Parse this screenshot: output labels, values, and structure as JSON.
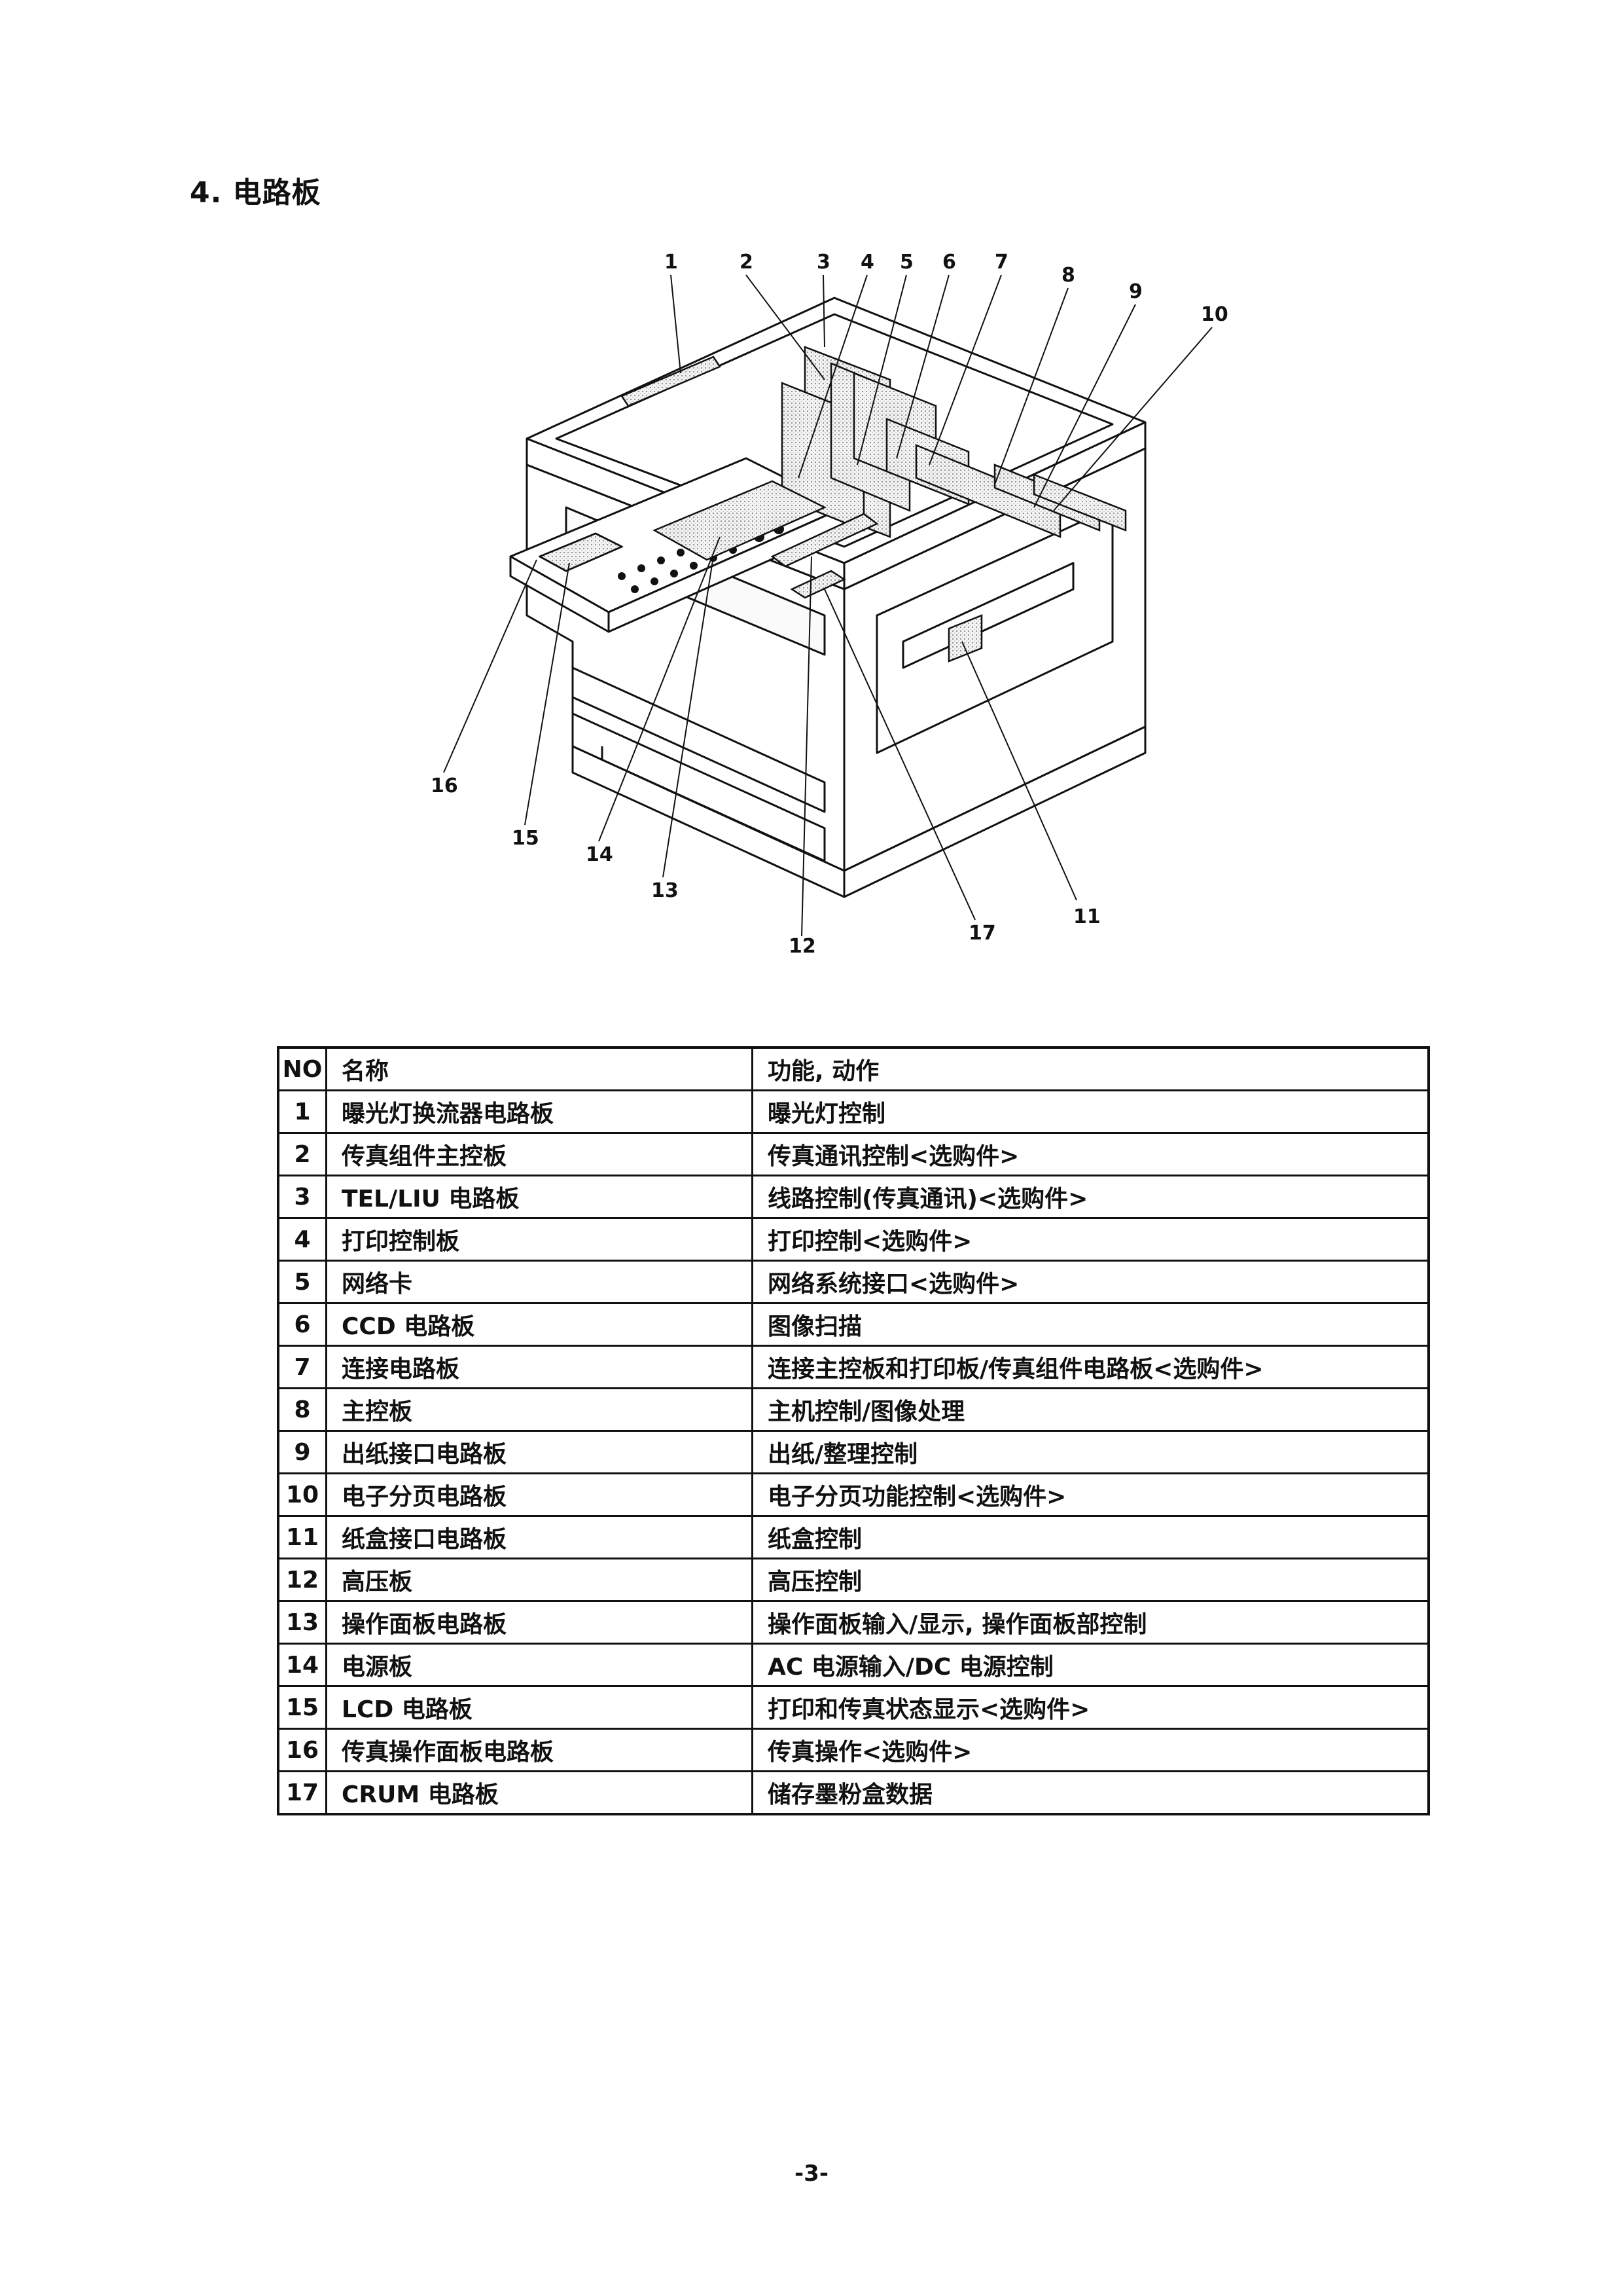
{
  "page": {
    "title": "4. 电路板",
    "page_number": "-3-"
  },
  "figure": {
    "callouts": [
      "1",
      "2",
      "3",
      "4",
      "5",
      "6",
      "7",
      "8",
      "9",
      "10",
      "11",
      "12",
      "13",
      "14",
      "15",
      "16",
      "17"
    ]
  },
  "table": {
    "headers": [
      "NO",
      "名称",
      "功能, 动作"
    ],
    "rows": [
      [
        "1",
        "曝光灯换流器电路板",
        "曝光灯控制"
      ],
      [
        "2",
        "传真组件主控板",
        "传真通讯控制<选购件>"
      ],
      [
        "3",
        "TEL/LIU 电路板",
        "线路控制(传真通讯)<选购件>"
      ],
      [
        "4",
        "打印控制板",
        "打印控制<选购件>"
      ],
      [
        "5",
        "网络卡",
        "网络系统接口<选购件>"
      ],
      [
        "6",
        "CCD 电路板",
        "图像扫描"
      ],
      [
        "7",
        "连接电路板",
        "连接主控板和打印板/传真组件电路板<选购件>"
      ],
      [
        "8",
        "主控板",
        "主机控制/图像处理"
      ],
      [
        "9",
        "出纸接口电路板",
        "出纸/整理控制"
      ],
      [
        "10",
        "电子分页电路板",
        "电子分页功能控制<选购件>"
      ],
      [
        "11",
        "纸盒接口电路板",
        "纸盒控制"
      ],
      [
        "12",
        "高压板",
        "高压控制"
      ],
      [
        "13",
        "操作面板电路板",
        "操作面板输入/显示, 操作面板部控制"
      ],
      [
        "14",
        "电源板",
        "AC 电源输入/DC 电源控制"
      ],
      [
        "15",
        "LCD 电路板",
        "打印和传真状态显示<选购件>"
      ],
      [
        "16",
        "传真操作面板电路板",
        "传真操作<选购件>"
      ],
      [
        "17",
        "CRUM 电路板",
        "储存墨粉盒数据"
      ]
    ]
  }
}
